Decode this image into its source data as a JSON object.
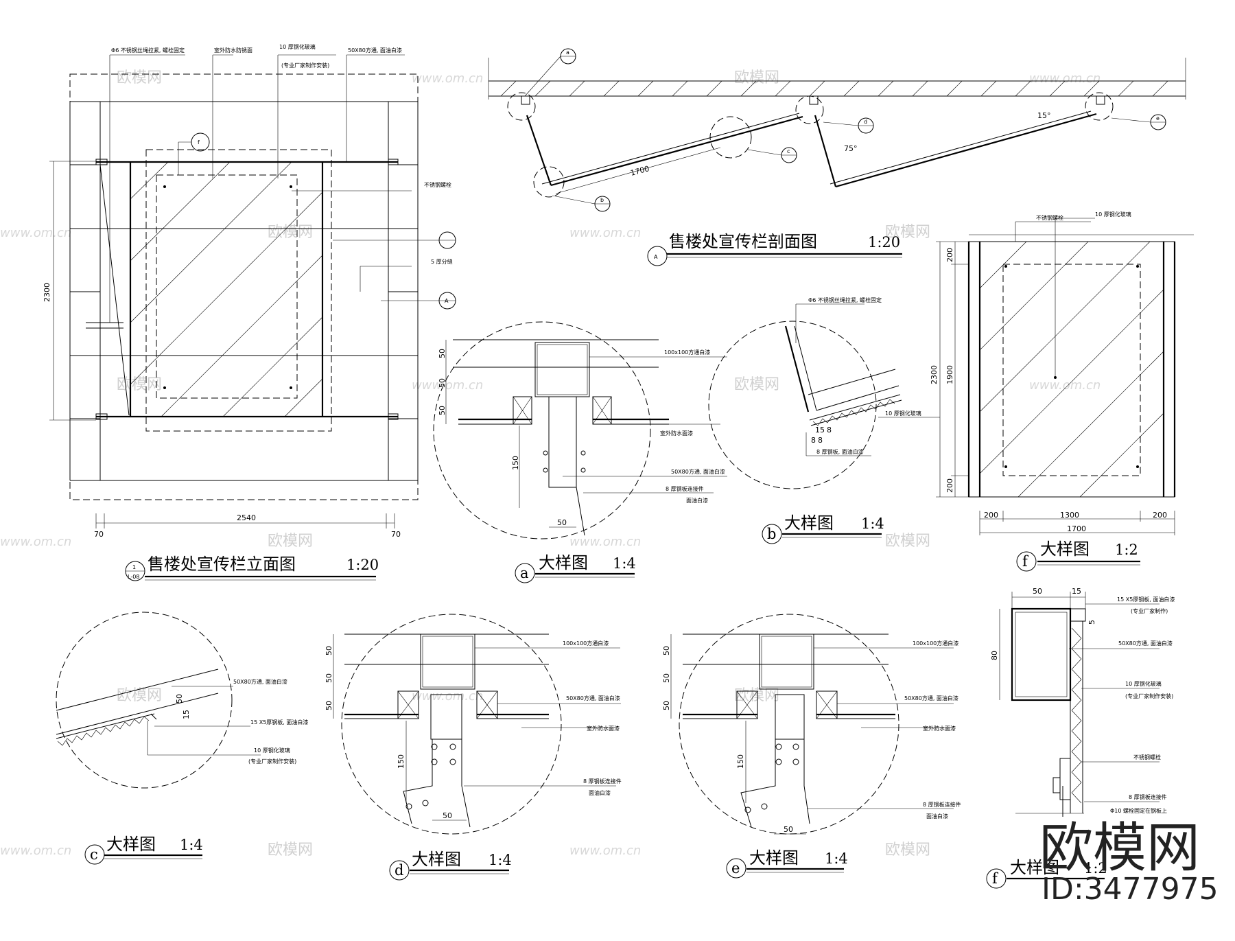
{
  "drawings": {
    "elevation": {
      "title": "售楼处宣传栏立面图",
      "scale": "1:20",
      "tag_top": "1",
      "tag_bottom": "L-08",
      "dims": {
        "height": "2300",
        "width": "2540",
        "left": "70",
        "right": "70"
      },
      "notes": [
        "Φ6 不锈钢丝绳拉紧, 螺栓固定",
        "室外防水防锈面",
        "10 厚钢化玻璃",
        "(专业厂家制作安装)",
        "50X80方通, 面油白漆",
        "不锈钢螺栓",
        "5 厚分缝"
      ],
      "markers": {
        "f": "f",
        "section": "A"
      }
    },
    "section": {
      "title": "售楼处宣传栏剖面图",
      "scale": "1:20",
      "tag": "A",
      "dims": {
        "length": "1700",
        "angle1": "15°",
        "angle2": "75°"
      },
      "markers": [
        "a",
        "b",
        "c",
        "d",
        "e"
      ]
    },
    "detail_a": {
      "title": "大样图",
      "scale": "1:4",
      "tag": "a",
      "dims": [
        "50",
        "50",
        "50",
        "150",
        "50"
      ],
      "notes": [
        "100x100方通白漆",
        "室外防水面漆",
        "50X80方通, 面油白漆",
        "8 厚钢板连接件",
        "面油白漆"
      ]
    },
    "detail_b": {
      "title": "大样图",
      "scale": "1:4",
      "tag": "b",
      "dims": [
        "8",
        "8",
        "15",
        "8"
      ],
      "notes": [
        "Φ6 不锈钢丝绳拉紧, 螺栓固定",
        "10 厚钢化玻璃",
        "8 厚钢板, 面油白漆"
      ]
    },
    "detail_f_top": {
      "title": "大样图",
      "scale": "1:2",
      "tag": "f",
      "dims": {
        "height": "2300",
        "inner": "1900",
        "top": "200",
        "bottom": "200",
        "w1": "200",
        "w2": "1300",
        "w3": "200",
        "total": "1700"
      },
      "notes": [
        "不锈钢螺栓",
        "10 厚钢化玻璃"
      ]
    },
    "detail_c": {
      "title": "大样图",
      "scale": "1:4",
      "tag": "c",
      "dims": [
        "50",
        "15"
      ],
      "notes": [
        "50X80方通, 面油白漆",
        "15 X5厚钢板, 面油白漆",
        "10 厚钢化玻璃",
        "(专业厂家制作安装)"
      ]
    },
    "detail_d": {
      "title": "大样图",
      "scale": "1:4",
      "tag": "d",
      "dims": [
        "50",
        "50",
        "50",
        "150",
        "50"
      ],
      "notes": [
        "100x100方通白漆",
        "50X80方通, 面油白漆",
        "室外防水面漆",
        "8 厚钢板连接件",
        "面油白漆"
      ]
    },
    "detail_e": {
      "title": "大样图",
      "scale": "1:4",
      "tag": "e",
      "dims": [
        "50",
        "50",
        "50",
        "150",
        "50"
      ],
      "notes": [
        "100x100方通白漆",
        "50X80方通, 面油白漆",
        "室外防水面漆",
        "8 厚钢板连接件",
        "面油白漆"
      ]
    },
    "detail_f_bottom": {
      "title": "大样图",
      "scale": "1:2",
      "tag": "f",
      "dims": [
        "50",
        "15",
        "80",
        "5"
      ],
      "notes": [
        "15 X5厚钢板, 面油白漆",
        "(专业厂家制作)",
        "50X80方通, 面油白漆",
        "10 厚钢化玻璃",
        "(专业厂家制作安装)",
        "不锈钢螺栓",
        "8 厚钢板连接件",
        "Φ10 螺栓固定在钢板上"
      ]
    }
  },
  "watermark": {
    "brand": "欧模网",
    "url": "www.om.cn",
    "id": "ID:3477975"
  }
}
